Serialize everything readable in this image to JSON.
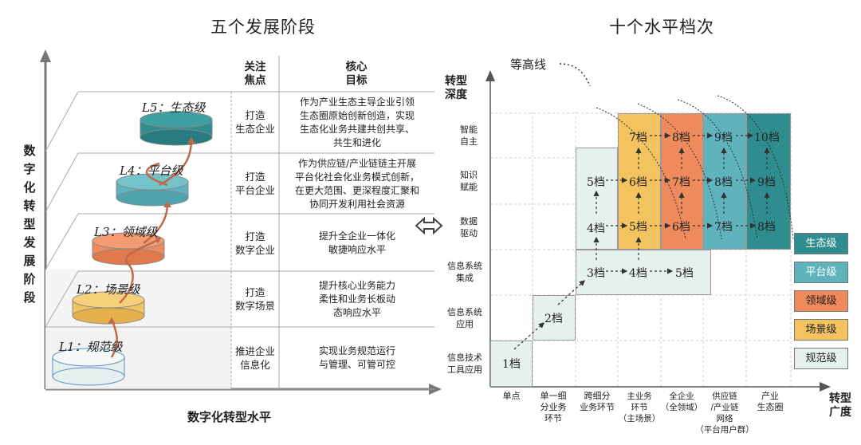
{
  "left": {
    "title": "五个发展阶段",
    "y_axis_label": "数字化转型发展阶段",
    "x_axis_label": "数字化转型水平",
    "col_header_focus": "关注\n焦点",
    "col_header_goal": "核心\n目标",
    "levels": [
      {
        "label": "L5：生态级",
        "focus": "打造\n生态企业",
        "goal": "作为产业生态主导企业引领\n生态圈原始创新创造，实现\n生态化业务共建共创共享、\n共生和进化",
        "color": "#2f8c8f"
      },
      {
        "label": "L4：平台级",
        "focus": "打造\n平台企业",
        "goal": "作为供应链/产业链链主开展\n平台化社会化业务模式创新，\n在更大范围、更深程度汇聚和\n协同开发利用社会资源",
        "color": "#5fb3bc"
      },
      {
        "label": "L3：领域级",
        "focus": "打造\n数字企业",
        "goal": "提升全企业一体化\n敏捷响应水平",
        "color": "#ef8a5d"
      },
      {
        "label": "L2：场景级",
        "focus": "打造\n数字场景",
        "goal": "提升核心业务能力\n柔性和业务长板动\n态响应水平",
        "color": "#f2c35e"
      },
      {
        "label": "L1：规范级",
        "focus": "推进企业\n信息化",
        "goal": "实现业务规范运行\n与管理、可管可控",
        "color": "#e6f0ef"
      }
    ]
  },
  "right": {
    "title": "十个水平档次",
    "contour_label": "等高线",
    "y_axis_title": "转型\n深度",
    "x_axis_title": "转型\n广度",
    "y_labels": [
      "智能\n自主",
      "知识\n赋能",
      "数据\n驱动",
      "信息系统\n集成",
      "信息系统\n应用",
      "信息技术\n工具应用"
    ],
    "x_labels": [
      "单点",
      "单一细\n分业务\n环节",
      "跨细分\n业务环节",
      "主业务\n环节\n（主场景）",
      "全企业\n（全领域）",
      "供应链\n/产业链\n网络\n（平台用户群）",
      "产业\n生态圈"
    ],
    "tiers": [
      "1档",
      "2档",
      "3档",
      "4档",
      "5档",
      "6档",
      "7档",
      "8档",
      "9档",
      "10档"
    ],
    "legend": [
      {
        "label": "生态级",
        "color": "#2f8c8f"
      },
      {
        "label": "平台级",
        "color": "#5fb3bc"
      },
      {
        "label": "领域级",
        "color": "#ef8a5d"
      },
      {
        "label": "场景级",
        "color": "#f2c35e"
      },
      {
        "label": "规范级",
        "color": "#e6f0ef"
      }
    ]
  }
}
